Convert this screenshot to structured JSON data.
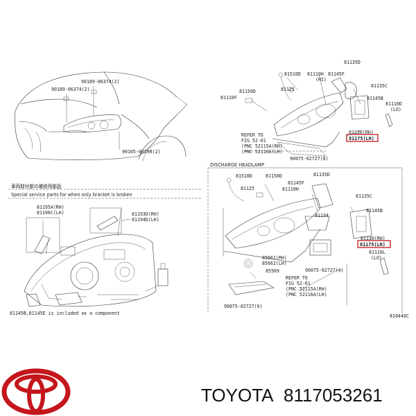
{
  "upper_left_labels": {
    "clip_a": "90189-06374(2)",
    "clip_b": "90189-06374(2)",
    "bolt": "90105-06298(2)"
  },
  "upper_right_labels": {
    "p81510d": "81510D",
    "p81110h": "81110H",
    "p81145f": "81145F",
    "p81135d": "81135D",
    "hi": "(HI)",
    "p81125": "81125",
    "p81150d": "81150D",
    "p81110f": "81110F",
    "p81135c": "81135C",
    "p81145b": "81145B",
    "p81110d": "81110D",
    "lo": "(LO)",
    "p81130_rh": "81130(RH)",
    "p81175_lh": "81175(LH)",
    "refer_to": "REFER TO",
    "fig": "FIG 52-01",
    "pnc_rh": "(PNC 52115A(RH)",
    "pnc_lh": "(PNC 52116A(LH)",
    "screw": "90075-62727(8)"
  },
  "bracket_section": {
    "header_jp": "車両取付部の補修用部品",
    "header_en": "Special service parts for when only bracket is broken",
    "p81195a": "81195A(RH)",
    "p81196c": "81196C(LH)",
    "p81193d": "81193D(RH)",
    "p81194d": "81194D(LH)",
    "note": "81145B,81145E is included as a component"
  },
  "discharge_section": {
    "header": "DISCHARGE HEADLAMP",
    "p81510d": "81510D",
    "p81150d": "81150D",
    "p81125": "81125",
    "p81145f": "81145F",
    "p81110h": "81110H",
    "p81135d": "81135D",
    "p81135c": "81135C",
    "p81145b": "81145B",
    "p81134": "81134",
    "p81130_rh": "81130(RH)",
    "p81175_lh": "81175(LH)",
    "lo": "(LO)",
    "p81110l": "81110L",
    "p85661": "85661(RH)",
    "p85662": "85662(LH)",
    "p85569": "85569",
    "screw": "90075-02727(4)",
    "screw2": "90075-02727(6)",
    "refer_to": "REFER TO",
    "fig": "FIG 52-01",
    "pnc_rh": "(PNC 52115A(RH)",
    "pnc_lh": "(PNC 52116A(LH)"
  },
  "figure_code": "810440C",
  "footer": {
    "brand": "TOYOTA",
    "part_number": "8117053261"
  },
  "colors": {
    "highlight": "#c0282d",
    "logo": "#c4161c"
  }
}
